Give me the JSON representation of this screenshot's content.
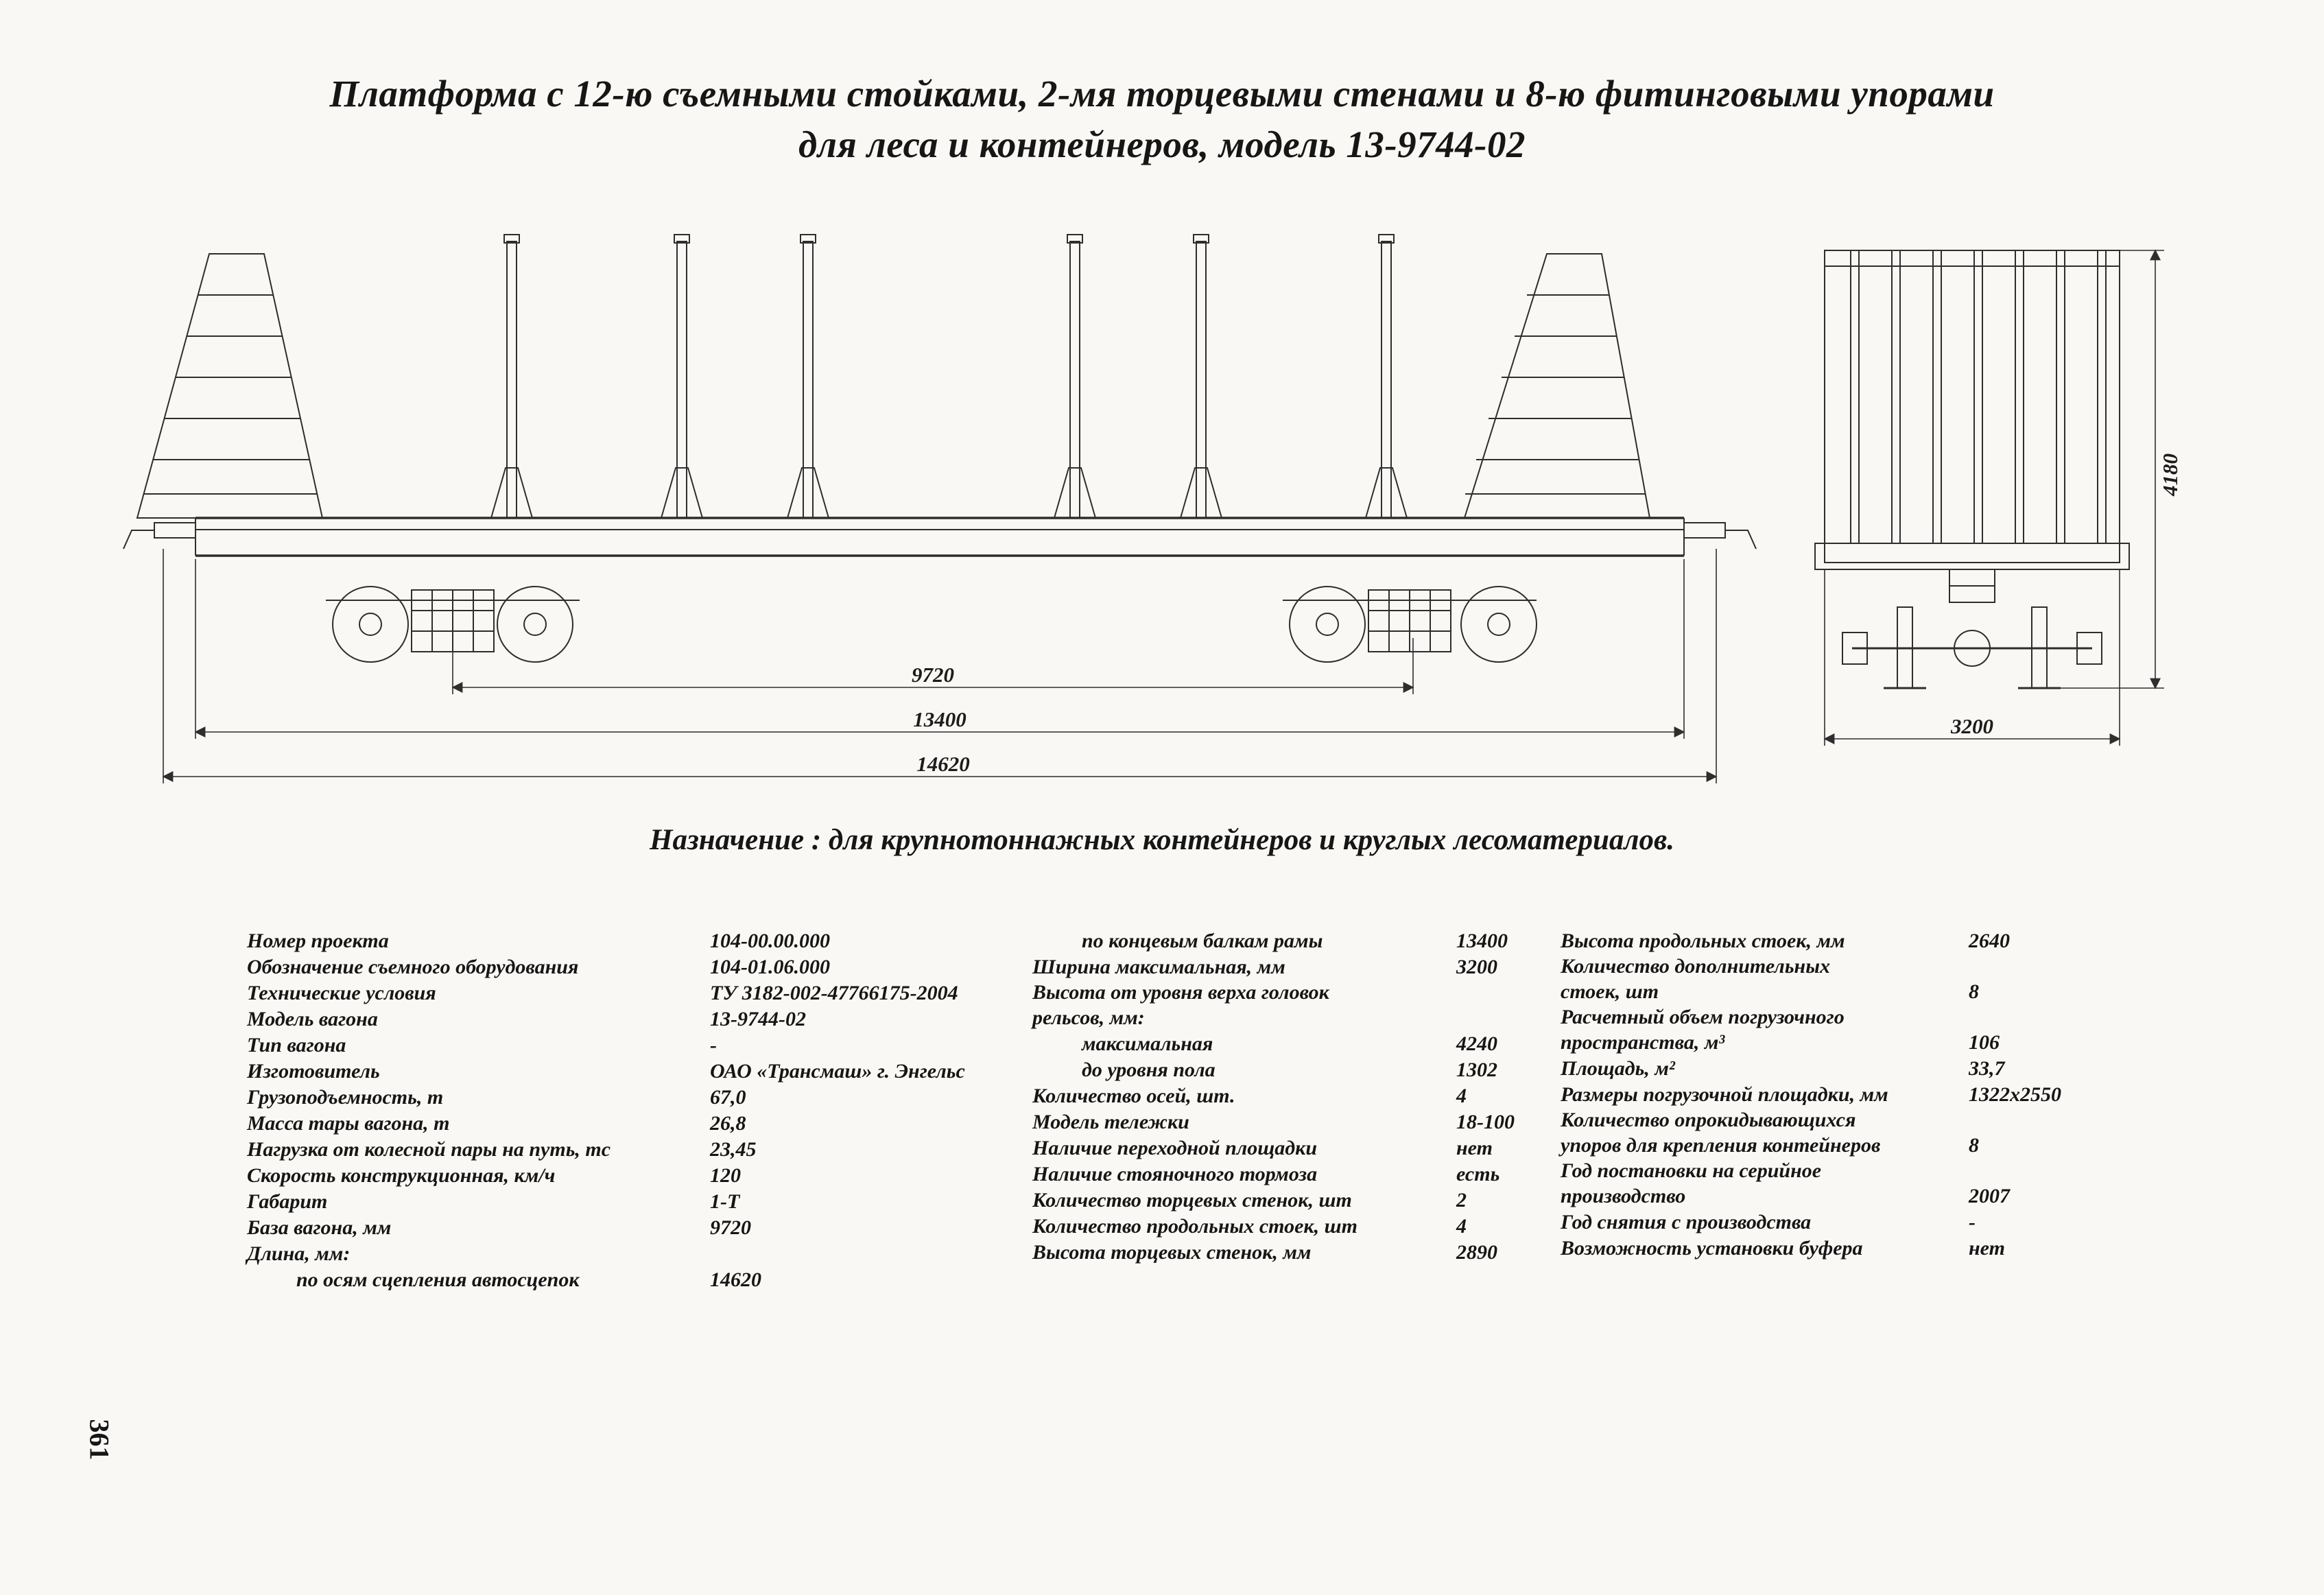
{
  "page": {
    "number": "361",
    "title_line1": "Платформа с 12-ю съемными стойками, 2-мя торцевыми стенами и 8-ю фитинговыми упорами",
    "title_line2": "для леса и контейнеров, модель 13-9744-02",
    "purpose": "Назначение : для крупнотоннажных контейнеров и круглых лесоматериалов."
  },
  "drawing": {
    "dim_base": "9720",
    "dim_frame_length": "13400",
    "dim_overall_length": "14620",
    "dim_height": "4180",
    "dim_width": "3200"
  },
  "specs": {
    "columns": [
      {
        "rows": [
          {
            "label": "Номер проекта",
            "value": "104-00.00.000"
          },
          {
            "label": "Обозначение съемного оборудования",
            "value": "104-01.06.000"
          },
          {
            "label": "Технические условия",
            "value": "ТУ 3182-002-47766175-2004"
          },
          {
            "label": "Модель вагона",
            "value": "13-9744-02"
          },
          {
            "label": "Тип вагона",
            "value": "-"
          },
          {
            "label": "Изготовитель",
            "value": "ОАО «Трансмаш» г. Энгельс"
          },
          {
            "label": "Грузоподъемность, т",
            "value": "67,0"
          },
          {
            "label": "Масса тары вагона, т",
            "value": "26,8"
          },
          {
            "label": "Нагрузка от колесной пары на путь, тс",
            "value": "23,45"
          },
          {
            "label": "Скорость конструкционная, км/ч",
            "value": "120"
          },
          {
            "label": "Габарит",
            "value": "1-Т"
          },
          {
            "label": "База вагона, мм",
            "value": "9720"
          },
          {
            "label": "Длина, мм:",
            "value": ""
          },
          {
            "label": "по осям сцепления автосцепок",
            "value": "14620",
            "indent": 1
          }
        ]
      },
      {
        "rows": [
          {
            "label": "по концевым балкам рамы",
            "value": "13400",
            "indent": 1
          },
          {
            "label": "Ширина максимальная, мм",
            "value": "3200"
          },
          {
            "label": "Высота от уровня верха головок\nрельсов, мм:",
            "value": ""
          },
          {
            "label": "максимальная",
            "value": "4240",
            "indent": 1
          },
          {
            "label": "до уровня пола",
            "value": "1302",
            "indent": 1
          },
          {
            "label": "Количество осей, шт.",
            "value": "4"
          },
          {
            "label": "Модель тележки",
            "value": "18-100"
          },
          {
            "label": "Наличие переходной площадки",
            "value": "нет"
          },
          {
            "label": "Наличие стояночного тормоза",
            "value": "есть"
          },
          {
            "label": "Количество торцевых стенок, шт",
            "value": "2"
          },
          {
            "label": "Количество продольных стоек, шт",
            "value": "4"
          },
          {
            "label": "Высота торцевых стенок, мм",
            "value": "2890"
          }
        ]
      },
      {
        "rows": [
          {
            "label": "Высота продольных стоек, мм",
            "value": "2640"
          },
          {
            "label": "Количество дополнительных\nстоек, шт",
            "value": "8"
          },
          {
            "label": "Расчетный объем погрузочного\nпространства, м³",
            "value": "106"
          },
          {
            "label": "Площадь, м²",
            "value": "33,7"
          },
          {
            "label": "Размеры погрузочной площадки, мм",
            "value": "1322х2550"
          },
          {
            "label": "Количество опрокидывающихся\nупоров для крепления контейнеров",
            "value": "8"
          },
          {
            "label": "Год постановки на серийное\nпроизводство",
            "value": "2007"
          },
          {
            "label": "Год снятия с производства",
            "value": "-"
          },
          {
            "label": "Возможность установки буфера",
            "value": "нет"
          }
        ]
      }
    ]
  }
}
